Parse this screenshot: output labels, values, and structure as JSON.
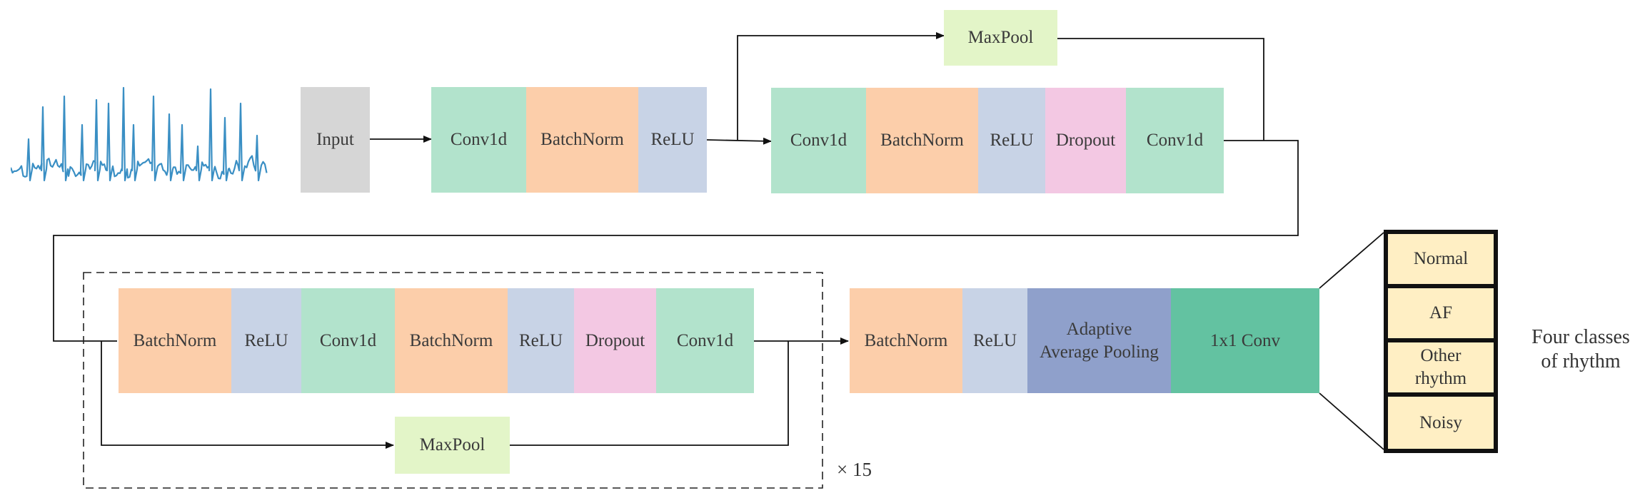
{
  "diagram": {
    "input_label": "Input",
    "stage1": [
      "Conv1d",
      "BatchNorm",
      "ReLU"
    ],
    "stage2_pool": "MaxPool",
    "stage2": [
      "Conv1d",
      "BatchNorm",
      "ReLU",
      "Dropout",
      "Conv1d"
    ],
    "repeat_block": [
      "BatchNorm",
      "ReLU",
      "Conv1d",
      "BatchNorm",
      "ReLU",
      "Dropout",
      "Conv1d"
    ],
    "repeat_pool": "MaxPool",
    "repeat_count": "× 15",
    "head": [
      "BatchNorm",
      "ReLU",
      "Adaptive\nAverage Pooling",
      "1x1 Conv"
    ],
    "outputs": [
      "Normal",
      "AF",
      "Other\nrhythm",
      "Noisy"
    ],
    "outputs_caption": "Four classes\nof rhythm"
  },
  "colors": {
    "input": "#d6d6d6",
    "conv1d": "#b2e3cc",
    "batchnorm": "#fcceaa",
    "relu": "#c8d3e6",
    "dropout": "#f3c8e3",
    "maxpool": "#e3f5c8",
    "adaptive_pool": "#8fa0cb",
    "conv1x1": "#63c2a1",
    "output": "#ffefc4",
    "ecg": "#3a8fc4"
  }
}
